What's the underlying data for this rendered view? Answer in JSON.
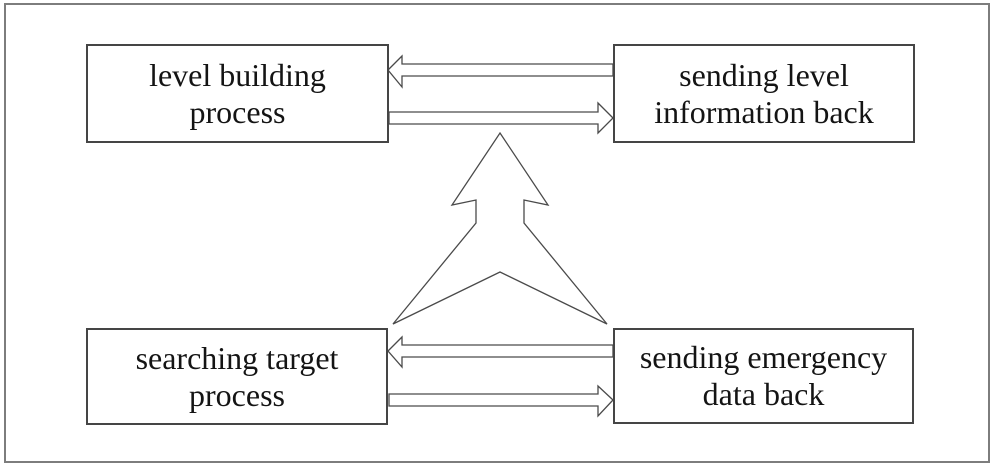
{
  "diagram": {
    "boxes": [
      {
        "id": "level-building-process",
        "line1": "level building",
        "line2": "process"
      },
      {
        "id": "sending-level-information-back",
        "line1": "sending level",
        "line2": "information back"
      },
      {
        "id": "searching-target-process",
        "line1": "searching target",
        "line2": "process"
      },
      {
        "id": "sending-emergency-data-back",
        "line1": "sending emergency",
        "line2": "data back"
      }
    ],
    "connections": [
      {
        "from": "sending level information back",
        "to": "level building process",
        "style": "hollow-double-line-arrow",
        "direction": "left"
      },
      {
        "from": "level building process",
        "to": "sending level information back",
        "style": "hollow-double-line-arrow",
        "direction": "right"
      },
      {
        "from": "sending emergency data back",
        "to": "searching target process",
        "style": "hollow-double-line-arrow",
        "direction": "left"
      },
      {
        "from": "searching target process",
        "to": "sending emergency data back",
        "style": "hollow-double-line-arrow",
        "direction": "right"
      },
      {
        "from": "searching target process, sending emergency data back",
        "to": "upper processes",
        "style": "hollow-merge-arrow",
        "direction": "up"
      }
    ],
    "colors": {
      "line_color": "#4a4a4a",
      "box_border": "#454545",
      "frame_color": "#7d7d7d",
      "text_color": "#141414",
      "bg": "#ffffff"
    }
  }
}
